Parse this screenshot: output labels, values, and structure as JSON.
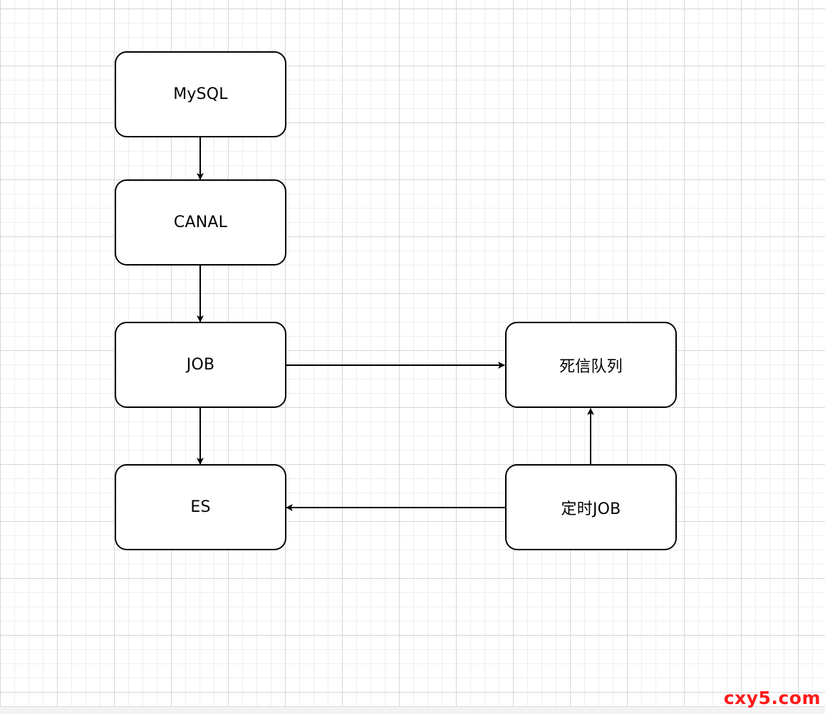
{
  "nodes": {
    "mysql": "MySQL",
    "canal": "CANAL",
    "job": "JOB",
    "es": "ES",
    "dead_letter_queue": "死信队列",
    "scheduled_job": "定时JOB"
  },
  "watermark": "cxy5.com",
  "colors": {
    "grid_major": "#d6d6d6",
    "grid_minor": "#eeeeee",
    "stroke": "#000000",
    "watermark": "#ff1a1a"
  }
}
